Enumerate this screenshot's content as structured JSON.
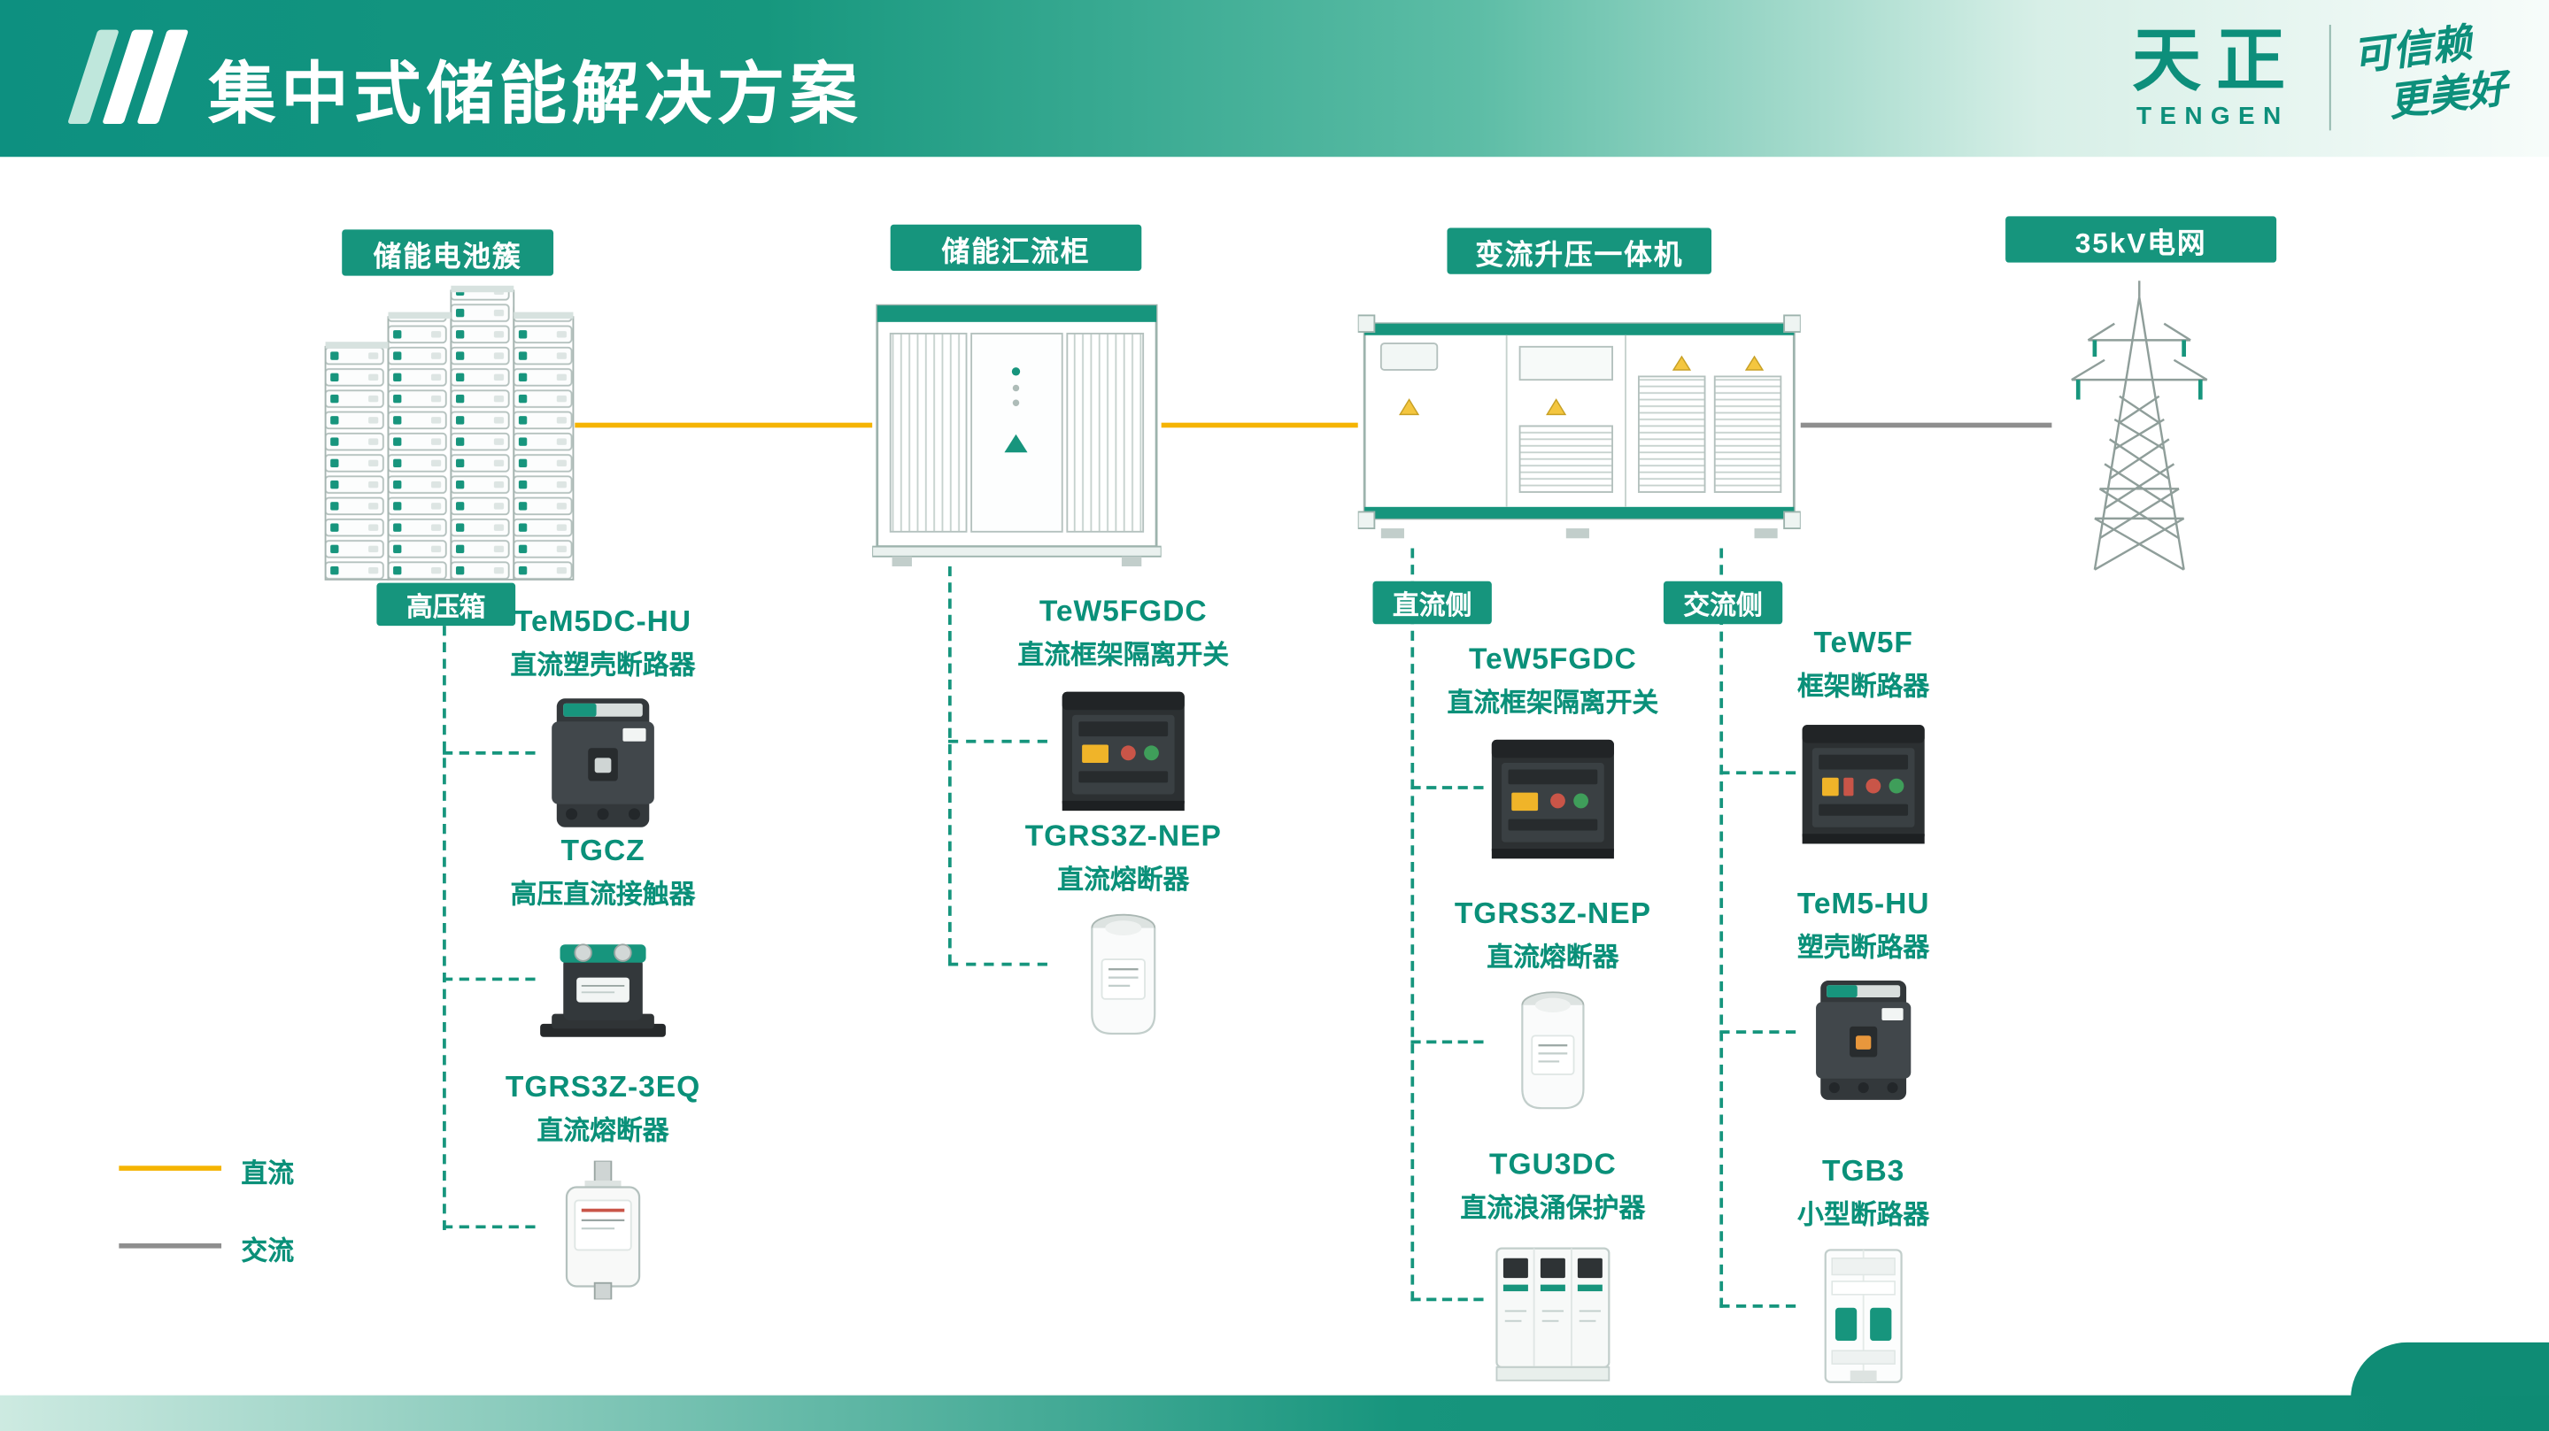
{
  "colors": {
    "accent_teal": "#16957D",
    "text_green": "#0A9079",
    "dc_line_yellow": "#F5B402",
    "ac_line_gray": "#8E8E8E"
  },
  "header": {
    "title": "集中式储能解决方案",
    "brand_cn": "天正",
    "brand_en": "TENGEN",
    "slogan_line1": "可信赖",
    "slogan_line2": "更美好"
  },
  "stations": [
    {
      "label": "储能电池簇"
    },
    {
      "label": "储能汇流柜"
    },
    {
      "label": "变流升压一体机"
    },
    {
      "label": "35kV电网"
    }
  ],
  "columns": {
    "battery": {
      "tag": "高压箱",
      "items": [
        {
          "model": "TeM5DC-HU",
          "desc": "直流塑壳断路器"
        },
        {
          "model": "TGCZ",
          "desc": "高压直流接触器"
        },
        {
          "model": "TGRS3Z-3EQ",
          "desc": "直流熔断器"
        }
      ]
    },
    "combiner": {
      "items": [
        {
          "model": "TeW5FGDC",
          "desc": "直流框架隔离开关"
        },
        {
          "model": "TGRS3Z-NEP",
          "desc": "直流熔断器"
        }
      ]
    },
    "dc_side": {
      "tag": "直流侧",
      "items": [
        {
          "model": "TeW5FGDC",
          "desc": "直流框架隔离开关"
        },
        {
          "model": "TGRS3Z-NEP",
          "desc": "直流熔断器"
        },
        {
          "model": "TGU3DC",
          "desc": "直流浪涌保护器"
        }
      ]
    },
    "ac_side": {
      "tag": "交流侧",
      "items": [
        {
          "model": "TeW5F",
          "desc": "框架断路器"
        },
        {
          "model": "TeM5-HU",
          "desc": "塑壳断路器"
        },
        {
          "model": "TGB3",
          "desc": "小型断路器"
        }
      ]
    }
  },
  "legend": [
    {
      "label": "直流",
      "color": "#F5B402"
    },
    {
      "label": "交流",
      "color": "#8E8E8E"
    }
  ],
  "icons": {
    "header_mark": "triple-slash-bars",
    "battery_rack": "stacked-battery-rack-graphic",
    "combiner_cabinet": "cabinet-graphic",
    "converter_station": "container-station-graphic",
    "power_grid": "transmission-tower-graphic",
    "warning": "yellow-warning-triangle"
  }
}
